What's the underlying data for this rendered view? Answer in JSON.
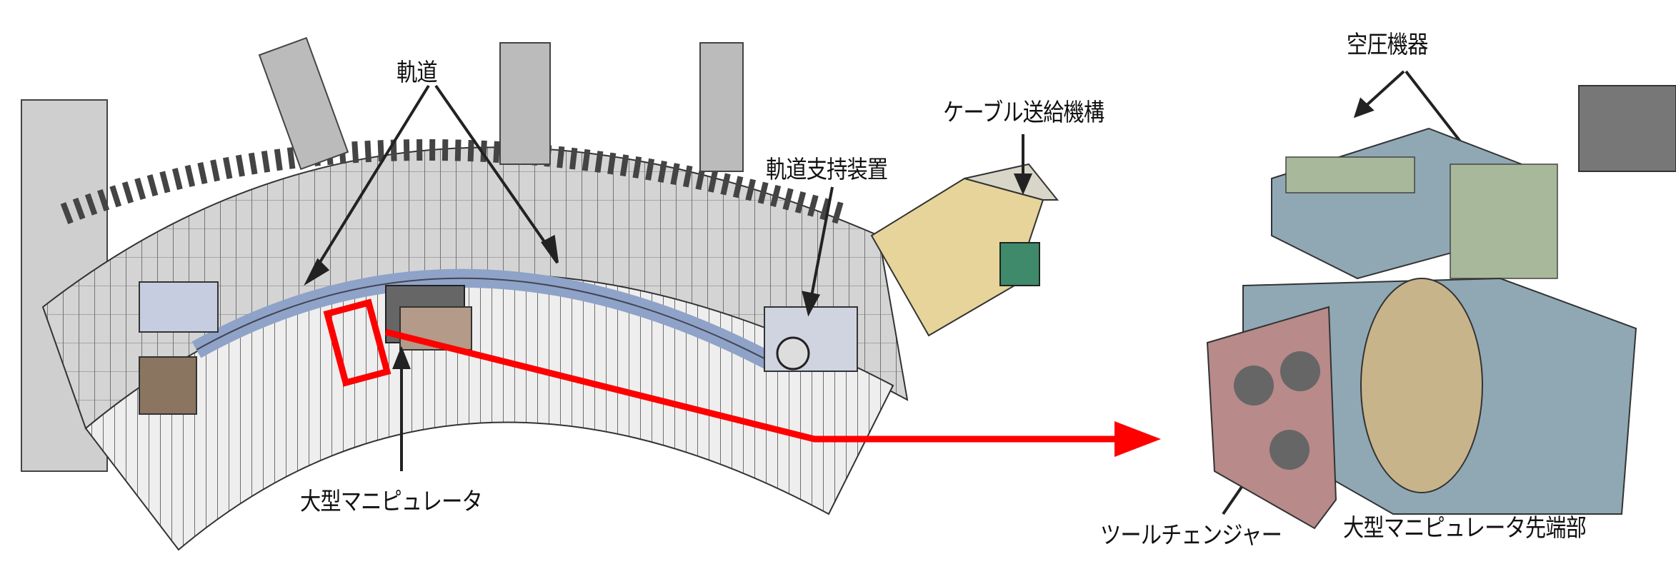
{
  "labels": {
    "rail": "軌道",
    "cable_feed": "ケーブル送給機構",
    "rail_support": "軌道支持装置",
    "large_manipulator": "大型マニピュレータ",
    "pneumatic": "空圧機器",
    "tool_changer": "ツールチェンジャー",
    "manipulator_tip": "大型マニピュレータ先端部"
  },
  "colors": {
    "highlight": "#ff0000",
    "rail": "#8fa3c8",
    "vessel": "#b8b8b8",
    "manipulator_body": "#8fa8b4",
    "tool_changer": "#b88a8a",
    "joint": "#c8b48a",
    "cable_feed": "#e6d49a"
  }
}
